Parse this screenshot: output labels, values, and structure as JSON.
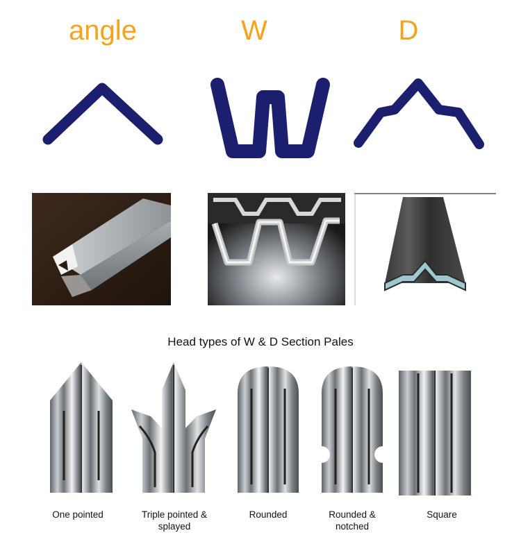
{
  "sections": [
    {
      "title": "angle"
    },
    {
      "title": "W"
    },
    {
      "title": "D"
    }
  ],
  "profile_color": "#1b1f6e",
  "title_color": "#f7a21b",
  "heads": {
    "title": "Head types of  W & D Section Pales",
    "items": [
      {
        "label": "One pointed"
      },
      {
        "label": "Triple pointed & splayed"
      },
      {
        "label": "Rounded"
      },
      {
        "label": "Rounded & notched"
      },
      {
        "label": "Square"
      }
    ]
  }
}
